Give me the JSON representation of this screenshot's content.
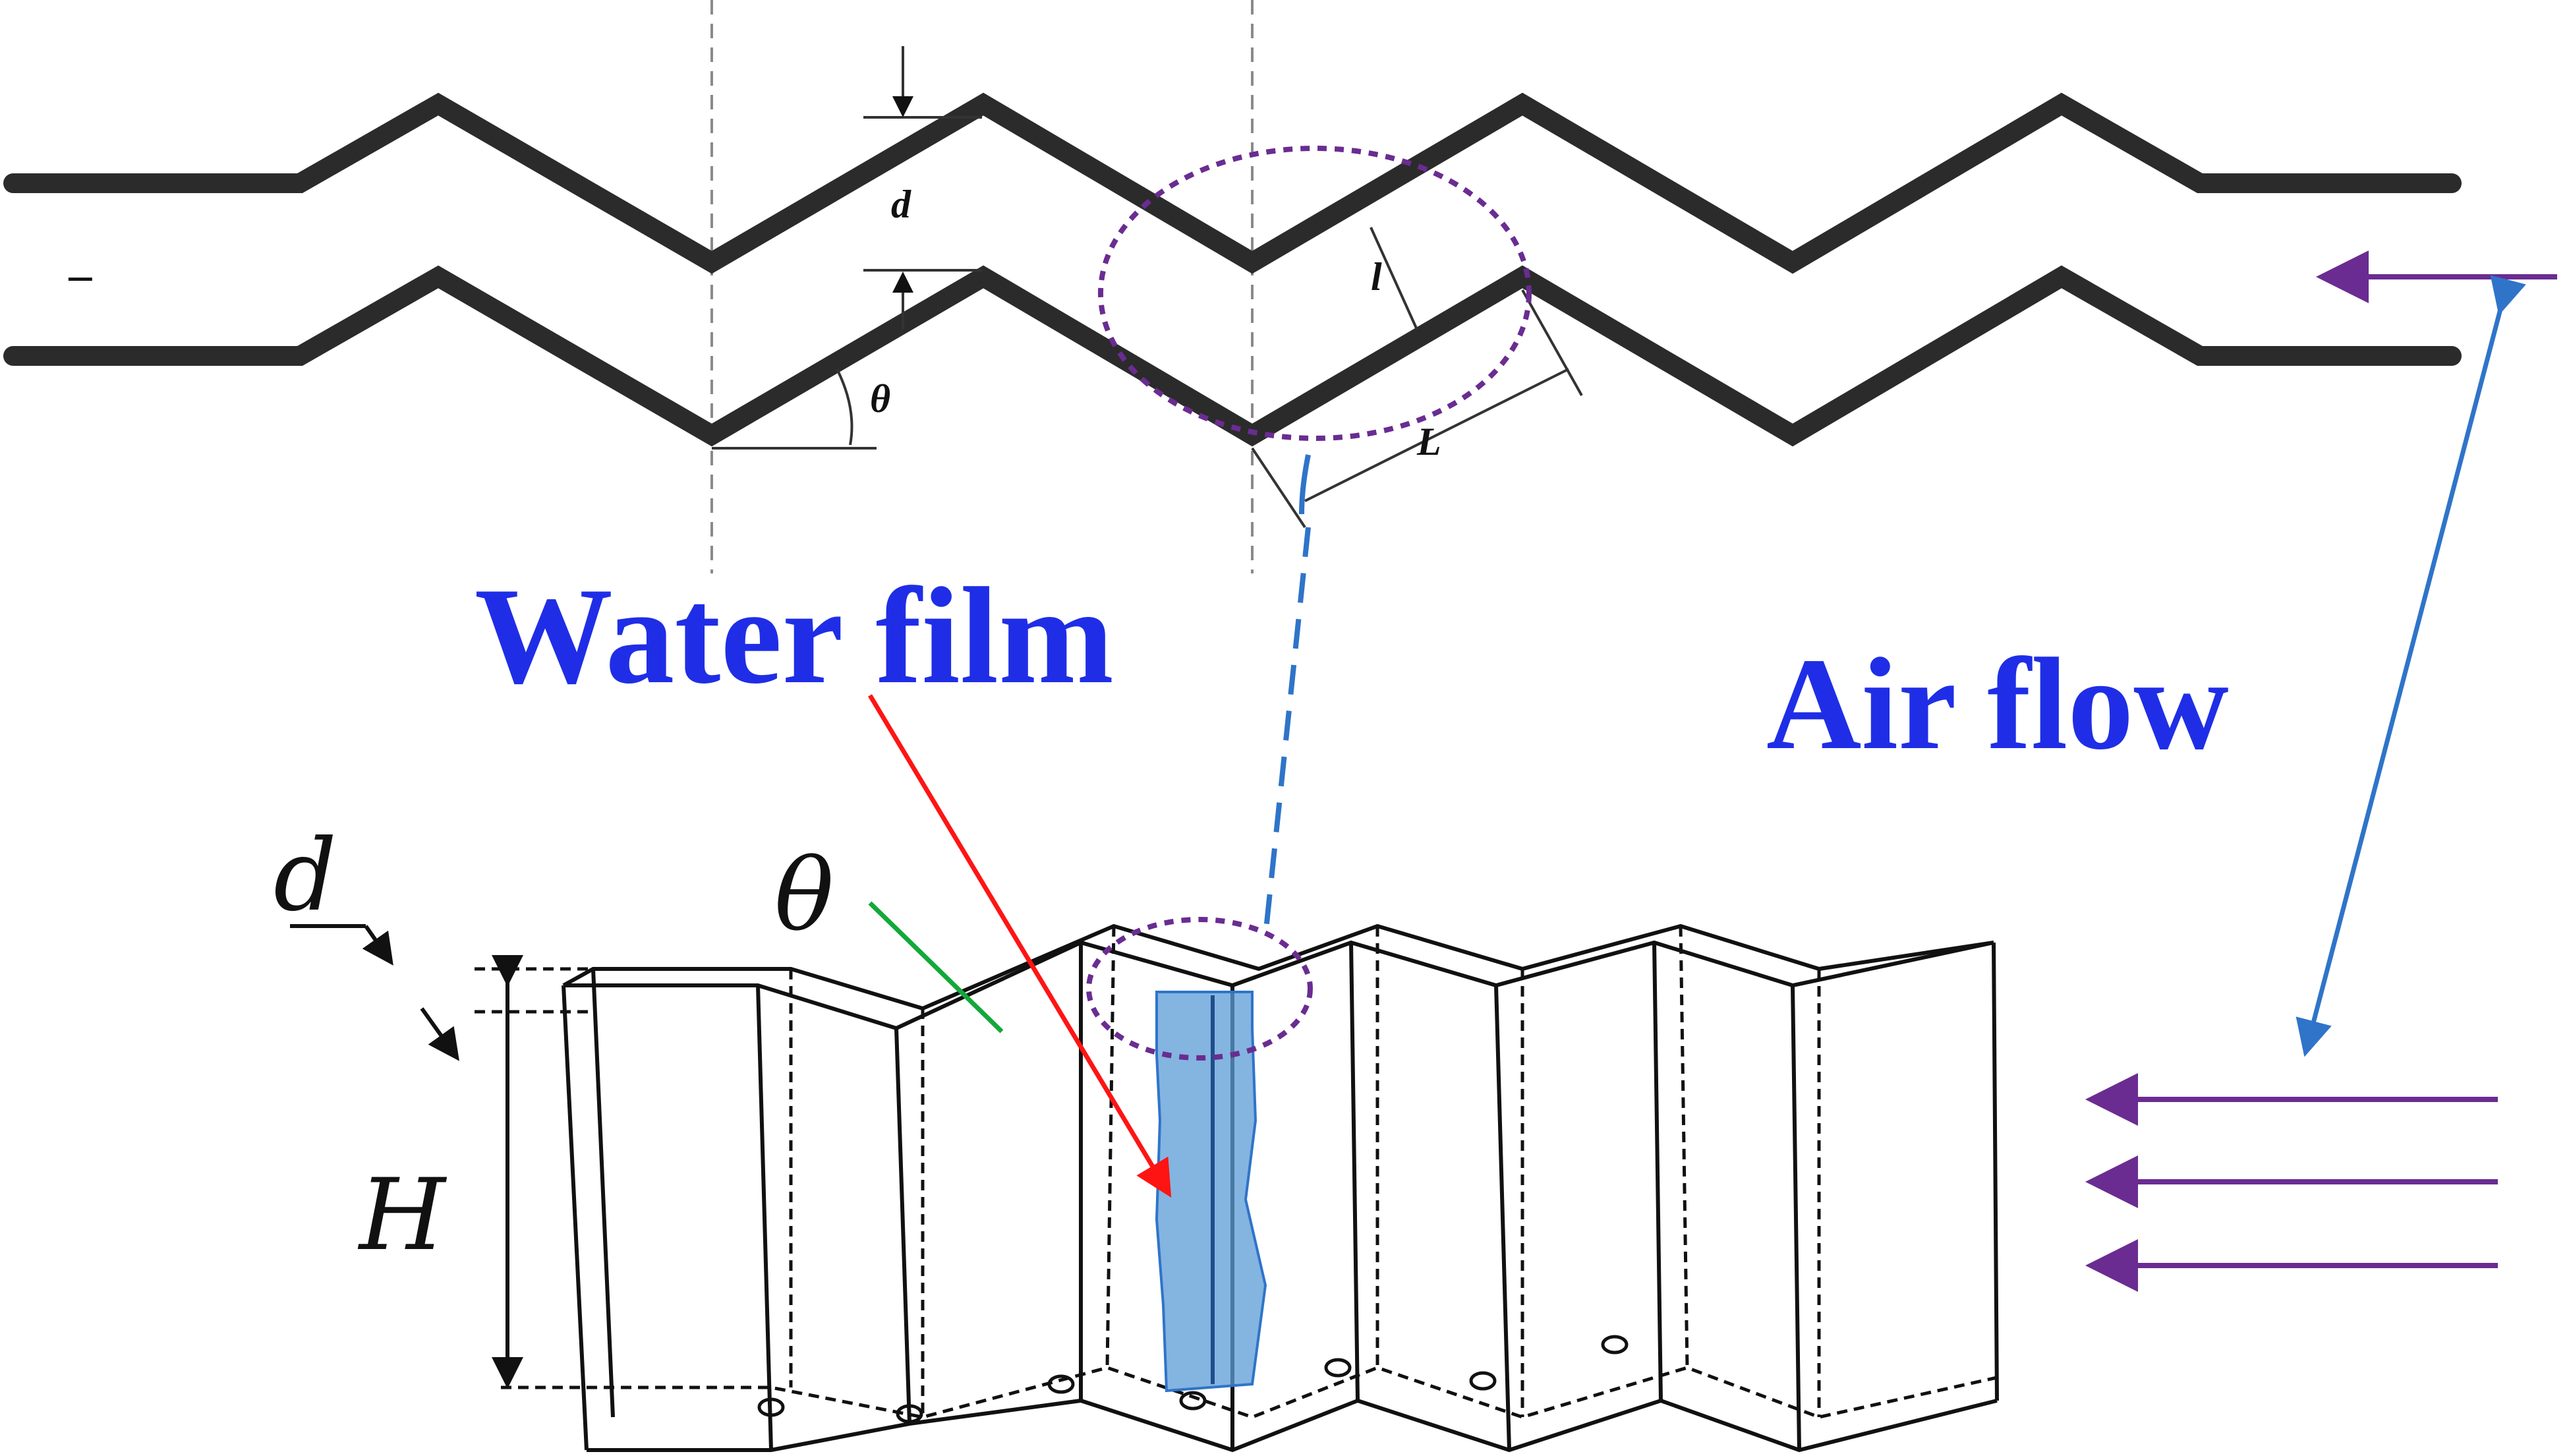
{
  "colors": {
    "plate": "#2b2b2b",
    "guide": "#8a8a8a",
    "airflow_arrow": "#6a2c91",
    "detail_circle": "#6a2c91",
    "label_blue": "#1f2ee6",
    "link_line": "#2f74c9",
    "water_fill": "#5b9bd5",
    "red_arrow": "#ff1414",
    "green_line": "#13a83a"
  },
  "labels": {
    "water_film": "Water film",
    "air_flow": "Air flow",
    "top_d": "d",
    "top_l": "l",
    "top_theta": "θ",
    "top_L": "L",
    "bottom_d": "d",
    "bottom_theta": "θ",
    "bottom_H": "H",
    "dash_mark": "–"
  }
}
